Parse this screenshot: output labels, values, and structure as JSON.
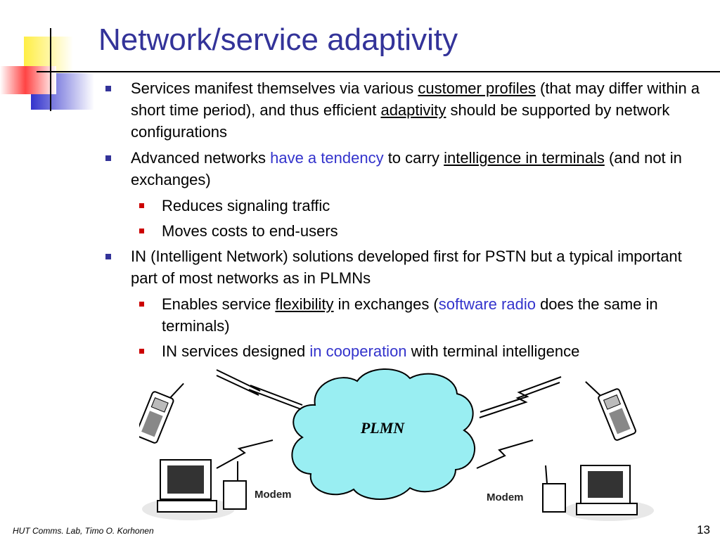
{
  "slide": {
    "title": "Network/service adaptivity",
    "bullets": [
      {
        "segments": [
          {
            "text": "Services manifest themselves via various ",
            "style": "plain"
          },
          {
            "text": "customer profiles",
            "style": "underline"
          },
          {
            "text": " (that may differ within a short time period), and thus efficient ",
            "style": "plain"
          },
          {
            "text": "adaptivity",
            "style": "underline"
          },
          {
            "text": " should be supported by network configurations",
            "style": "plain"
          }
        ],
        "subbullets": []
      },
      {
        "segments": [
          {
            "text": "Advanced networks ",
            "style": "plain"
          },
          {
            "text": "have a tendency",
            "style": "blue"
          },
          {
            "text": " to carry ",
            "style": "plain"
          },
          {
            "text": "intelligence in terminals",
            "style": "underline"
          },
          {
            "text": " (and not in exchanges)",
            "style": "plain"
          }
        ],
        "subbullets": [
          [
            {
              "text": "Reduces signaling traffic",
              "style": "plain"
            }
          ],
          [
            {
              "text": "Moves costs to end-users",
              "style": "plain"
            }
          ]
        ]
      },
      {
        "segments": [
          {
            "text": "IN (Intelligent Network) solutions developed first for PSTN but a typical important part of most networks as in PLMNs",
            "style": "plain"
          }
        ],
        "subbullets": [
          [
            {
              "text": "Enables service ",
              "style": "plain"
            },
            {
              "text": "flexibility",
              "style": "underline"
            },
            {
              "text": " in exchanges (",
              "style": "plain"
            },
            {
              "text": "software radio",
              "style": "blue"
            },
            {
              "text": " does the same in terminals)",
              "style": "plain"
            }
          ],
          [
            {
              "text": "IN services designed ",
              "style": "plain"
            },
            {
              "text": "in cooperation",
              "style": "blue"
            },
            {
              "text": " with terminal intelligence",
              "style": "plain"
            }
          ]
        ]
      }
    ],
    "diagram": {
      "cloud_label": "PLMN",
      "modem_left_label": "Modem",
      "modem_right_label": "Modem",
      "icons": [
        "mobile-phone-icon",
        "mobile-phone-icon",
        "computer-icon",
        "computer-icon",
        "modem-icon",
        "modem-icon",
        "lightning-link-icon"
      ]
    },
    "footer": {
      "credit": "HUT Comms. Lab, Timo O. Korhonen",
      "page_number": "13"
    }
  },
  "colors": {
    "title": "#333399",
    "bullet_marker": "#333399",
    "subbullet_marker": "#cc0000",
    "highlight_text": "#3333cc",
    "cloud_fill": "#99eef2",
    "deco_yellow": "#ffee44",
    "deco_blue": "#3333cc",
    "deco_red": "#ff4444"
  }
}
